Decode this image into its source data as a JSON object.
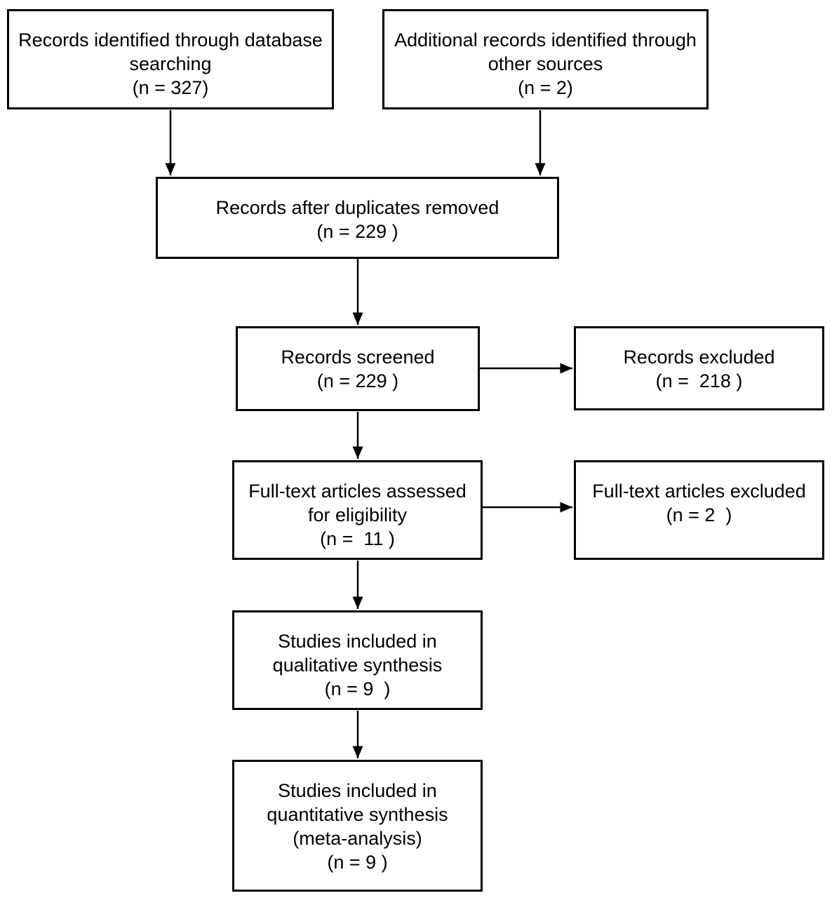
{
  "colors": {
    "background": "#ffffff",
    "box_border": "#000000",
    "text": "#000000",
    "arrow": "#000000"
  },
  "boxes": [
    {
      "id": "records-identified-database",
      "n": 327,
      "lines": [
        "Records identified through database",
        "searching",
        "(n = 327)"
      ]
    },
    {
      "id": "additional-records-other-sources",
      "n": 2,
      "lines": [
        "Additional records identified through",
        "other sources",
        "(n = 2)"
      ]
    },
    {
      "id": "records-after-duplicates-removed",
      "n": 229,
      "lines": [
        "Records after duplicates removed",
        "(n = 229 )"
      ]
    },
    {
      "id": "records-screened",
      "n": 229,
      "lines": [
        "Records screened",
        "(n = 229 )"
      ]
    },
    {
      "id": "records-excluded",
      "n": 218,
      "lines": [
        "Records excluded",
        "(n =  218 )"
      ]
    },
    {
      "id": "fulltext-articles-assessed",
      "n": 11,
      "lines": [
        "Full-text articles assessed",
        "for eligibility",
        "(n =  11 )"
      ]
    },
    {
      "id": "fulltext-articles-excluded",
      "n": 2,
      "lines": [
        "Full-text articles excluded",
        "(n = 2  )"
      ]
    },
    {
      "id": "studies-qualitative-synthesis",
      "n": 9,
      "lines": [
        "Studies included in",
        "qualitative synthesis",
        "(n = 9  )"
      ]
    },
    {
      "id": "studies-quantitative-synthesis",
      "n": 9,
      "lines": [
        "Studies included in",
        "quantitative synthesis",
        "(meta-analysis)",
        "(n = 9 )"
      ]
    }
  ],
  "edges": [
    {
      "from": "records-identified-database",
      "to": "records-after-duplicates-removed"
    },
    {
      "from": "additional-records-other-sources",
      "to": "records-after-duplicates-removed"
    },
    {
      "from": "records-after-duplicates-removed",
      "to": "records-screened"
    },
    {
      "from": "records-screened",
      "to": "records-excluded"
    },
    {
      "from": "records-screened",
      "to": "fulltext-articles-assessed"
    },
    {
      "from": "fulltext-articles-assessed",
      "to": "fulltext-articles-excluded"
    },
    {
      "from": "fulltext-articles-assessed",
      "to": "studies-qualitative-synthesis"
    },
    {
      "from": "studies-qualitative-synthesis",
      "to": "studies-quantitative-synthesis"
    }
  ]
}
